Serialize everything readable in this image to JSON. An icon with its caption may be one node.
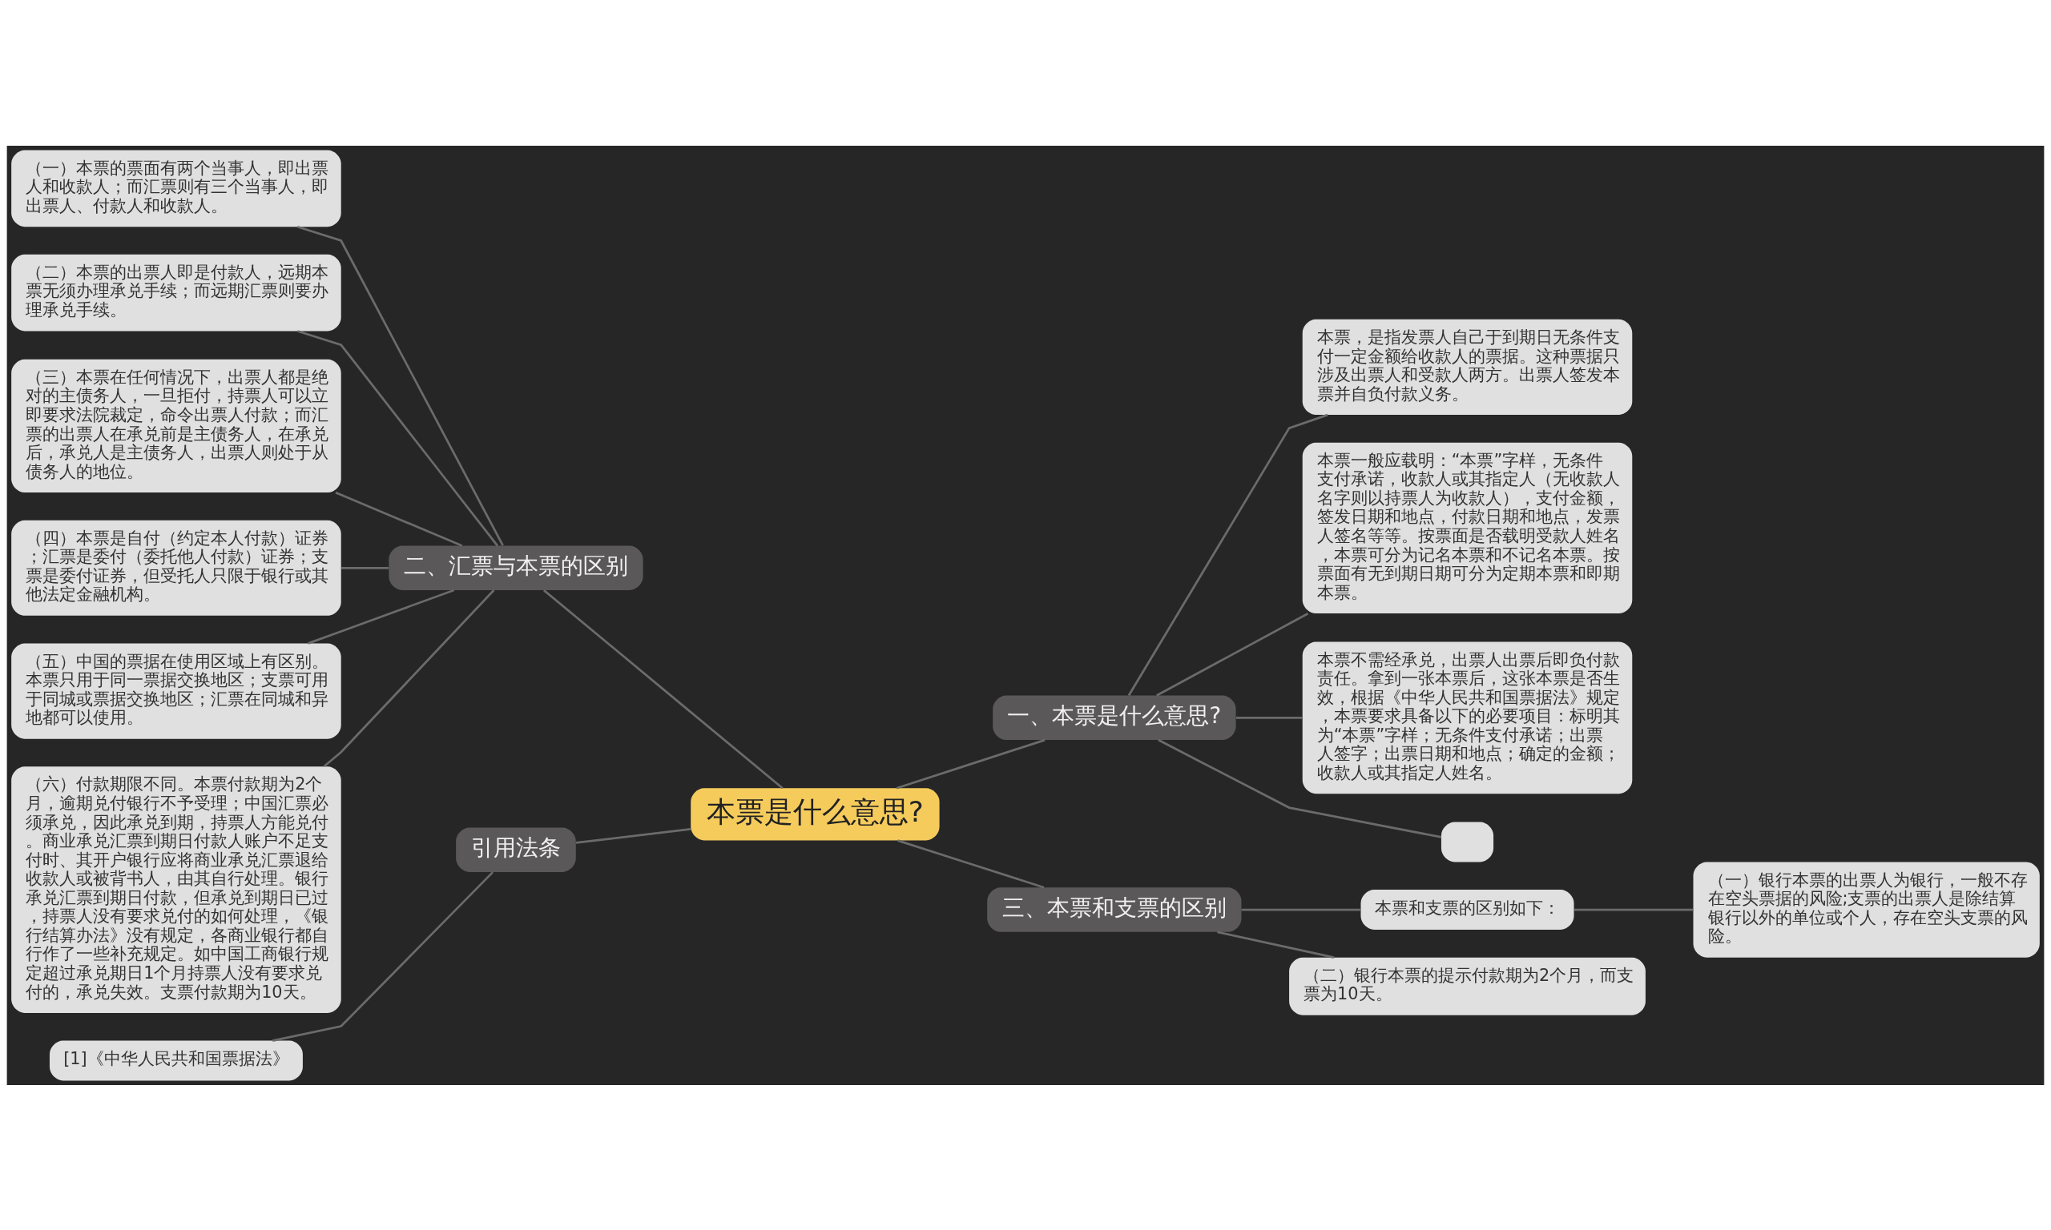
{
  "diagram": {
    "nodes": [
      {
        "text": [
          "本票是什么意思?"
        ]
      },
      {
        "text": [
          "一、本票是什么意思?"
        ]
      },
      {
        "text": [
          "本票，是指发票人自己于到期日无条件支付一定金额给收款人的票据。这种票据只涉及出票人和受款人两方。出票人签发本票并自负付款义务。"
        ]
      },
      {
        "text": [
          "本票一般应载明：“本票”字样，无条件支付承诺，收款人或其指定人（无收款人名字则以持票人为收款人），支付金额，签发日期和地点，付款日期和地点，发票人签名等等。按票面是否载明受款人姓名，本票可分为记名本票和不记名本票。按票面有无到期日期可分为定期本票和即期本票。"
        ]
      },
      {
        "text": [
          "本票不需经承兑，出票人出票后即负付款责任。拿到一张本票后，这张本票是否生效，根据《中华人民共和国票据法》规定，本票要求具备以下的必要项目：标明其为“本票”字样；无条件支付承诺；出票人签字；出票日期和地点；确定的金额；收款人或其指定人姓名。"
        ]
      },
      {
        "text": [],
        "shape": "box"
      },
      {
        "text": [
          "三、本票和支票的区别"
        ]
      },
      {
        "text": [
          "本票和支票的区别如下："
        ]
      },
      {
        "text": [
          "（一）银行本票的出票人为银行，一般不存在空头票据的风险;支票的出票人是除结算银行以外的单位或个人，存在空头支票的风险。"
        ]
      },
      {
        "text": [
          "（二）银行本票的提示付款期为2个月，而支票为10天。"
        ]
      },
      {
        "text": [
          "二、汇票与本票的区别"
        ]
      },
      {
        "text": [
          "（一）本票的票面有两个当事人，即出票人和收款人；而汇票则有三个当事人，即出票人、付款人和收款人。"
        ]
      },
      {
        "text": [
          "（二）本票的出票人即是付款人，远期本票无须办理承兑手续；而远期汇票则要办理承兑手续。"
        ]
      },
      {
        "text": [
          "（三）本票在任何情况下，出票人都是绝对的主债务人，一旦拒付，持票人可以立即要求法院裁定，命令出票人付款；而汇票的出票人在承兑前是主债务人，在承兑后，承兑人是主债务人，出票人则处于从债务人的地位。"
        ]
      },
      {
        "text": [
          "（四）本票是自付（约定本人付款）证券；汇票是委付（委托他人付款）证券；支票是委付证券，但受托人只限于银行或其他法定金融机构。"
        ]
      },
      {
        "text": [
          "（五）中国的票据在使用区域上有区别。本票只用于同一票据交换地区；支票可用于同城或票据交换地区；汇票在同城和异地都可以使用。"
        ]
      },
      {
        "text": [
          "（六）付款期限不同。本票付款期为2个月，逾期兑付银行不予受理；中国汇票必须承兑，因此承兑到期，持票人方能兑付。商业承兑汇票到期日付款人账户不足支付时、其开户银行应将商业承兑汇票退给收款人或被背书人，由其自行处理。银行承兑汇票到期日付款，但承兑到期日已过，持票人没有要求兑付的如何处理，《银行结算办法》没有规定，各商业银行都自行作了一些补充规定。如中国工商银行规定超过承兑期日1个月持票人没有要求兑付的，承兑失效。支票付款期为10天。"
        ]
      },
      {
        "text": [
          "引用法条"
        ]
      },
      {
        "text": [
          "[1]《中华人民共和国票据法》"
        ]
      }
    ],
    "edges": [
      {
        "from": 0,
        "to": 1,
        "arrow": "none"
      },
      {
        "from": 1,
        "to": 2,
        "arrow": "none"
      },
      {
        "from": 1,
        "to": 3,
        "arrow": "none"
      },
      {
        "from": 1,
        "to": 4,
        "arrow": "none"
      },
      {
        "from": 1,
        "to": 5,
        "arrow": "none"
      },
      {
        "from": 0,
        "to": 6,
        "arrow": "none"
      },
      {
        "from": 6,
        "to": 7,
        "arrow": "none"
      },
      {
        "from": 7,
        "to": 8,
        "arrow": "none"
      },
      {
        "from": 6,
        "to": 9,
        "arrow": "none"
      },
      {
        "from": 0,
        "to": 10,
        "arrow": "none"
      },
      {
        "from": 10,
        "to": 11,
        "arrow": "none"
      },
      {
        "from": 10,
        "to": 12,
        "arrow": "none"
      },
      {
        "from": 10,
        "to": 13,
        "arrow": "none"
      },
      {
        "from": 10,
        "to": 14,
        "arrow": "none"
      },
      {
        "from": 10,
        "to": 15,
        "arrow": "none"
      },
      {
        "from": 10,
        "to": 16,
        "arrow": "none"
      },
      {
        "from": 0,
        "to": 17,
        "arrow": "none"
      },
      {
        "from": 17,
        "to": 18,
        "arrow": "none"
      }
    ]
  }
}
